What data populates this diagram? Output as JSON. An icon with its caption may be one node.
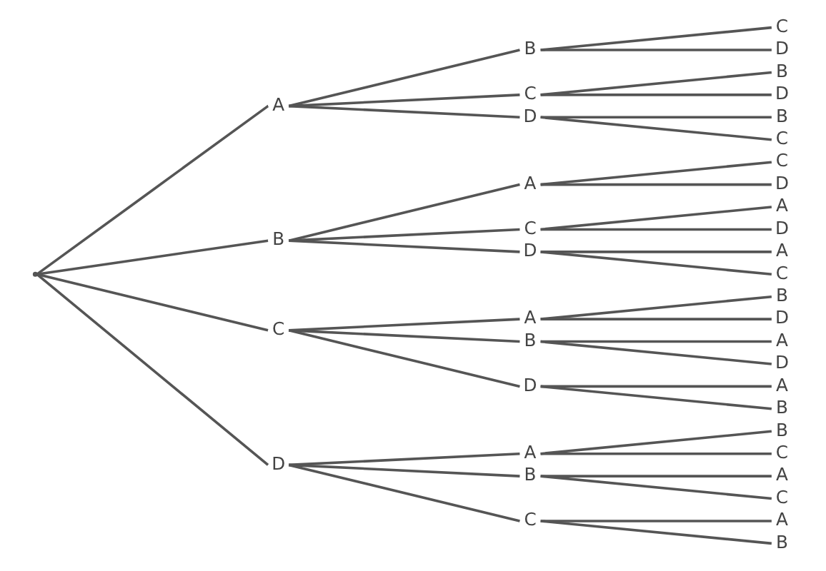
{
  "diagram": {
    "nodes": [
      {
        "text": [],
        "shape": "point"
      },
      {
        "text": [
          "A"
        ]
      },
      {
        "text": [
          "B"
        ]
      },
      {
        "text": [
          "C"
        ]
      },
      {
        "text": [
          "D"
        ]
      },
      {
        "text": [
          "B"
        ]
      },
      {
        "text": [
          "C"
        ]
      },
      {
        "text": [
          "D"
        ]
      },
      {
        "text": [
          "A"
        ]
      },
      {
        "text": [
          "C"
        ]
      },
      {
        "text": [
          "D"
        ]
      },
      {
        "text": [
          "A"
        ]
      },
      {
        "text": [
          "B"
        ]
      },
      {
        "text": [
          "D"
        ]
      },
      {
        "text": [
          "A"
        ]
      },
      {
        "text": [
          "B"
        ]
      },
      {
        "text": [
          "C"
        ]
      },
      {
        "text": [
          "C"
        ]
      },
      {
        "text": [
          "D"
        ]
      },
      {
        "text": [
          "B"
        ]
      },
      {
        "text": [
          "D"
        ]
      },
      {
        "text": [
          "B"
        ]
      },
      {
        "text": [
          "C"
        ]
      },
      {
        "text": [
          "C"
        ]
      },
      {
        "text": [
          "D"
        ]
      },
      {
        "text": [
          "A"
        ]
      },
      {
        "text": [
          "D"
        ]
      },
      {
        "text": [
          "A"
        ]
      },
      {
        "text": [
          "C"
        ]
      },
      {
        "text": [
          "B"
        ]
      },
      {
        "text": [
          "D"
        ]
      },
      {
        "text": [
          "A"
        ]
      },
      {
        "text": [
          "D"
        ]
      },
      {
        "text": [
          "A"
        ]
      },
      {
        "text": [
          "B"
        ]
      },
      {
        "text": [
          "B"
        ]
      },
      {
        "text": [
          "C"
        ]
      },
      {
        "text": [
          "A"
        ]
      },
      {
        "text": [
          "C"
        ]
      },
      {
        "text": [
          "A"
        ]
      },
      {
        "text": [
          "B"
        ]
      }
    ],
    "edges": [
      {
        "from": 0,
        "to": 1,
        "arrow": "none"
      },
      {
        "from": 0,
        "to": 2,
        "arrow": "none"
      },
      {
        "from": 0,
        "to": 3,
        "arrow": "none"
      },
      {
        "from": 0,
        "to": 4,
        "arrow": "none"
      },
      {
        "from": 1,
        "to": 5,
        "arrow": "none"
      },
      {
        "from": 1,
        "to": 6,
        "arrow": "none"
      },
      {
        "from": 1,
        "to": 7,
        "arrow": "none"
      },
      {
        "from": 2,
        "to": 8,
        "arrow": "none"
      },
      {
        "from": 2,
        "to": 9,
        "arrow": "none"
      },
      {
        "from": 2,
        "to": 10,
        "arrow": "none"
      },
      {
        "from": 3,
        "to": 11,
        "arrow": "none"
      },
      {
        "from": 3,
        "to": 12,
        "arrow": "none"
      },
      {
        "from": 3,
        "to": 13,
        "arrow": "none"
      },
      {
        "from": 4,
        "to": 14,
        "arrow": "none"
      },
      {
        "from": 4,
        "to": 15,
        "arrow": "none"
      },
      {
        "from": 4,
        "to": 16,
        "arrow": "none"
      },
      {
        "from": 5,
        "to": 17,
        "arrow": "none"
      },
      {
        "from": 5,
        "to": 18,
        "arrow": "none"
      },
      {
        "from": 6,
        "to": 19,
        "arrow": "none"
      },
      {
        "from": 6,
        "to": 20,
        "arrow": "none"
      },
      {
        "from": 7,
        "to": 21,
        "arrow": "none"
      },
      {
        "from": 7,
        "to": 22,
        "arrow": "none"
      },
      {
        "from": 8,
        "to": 23,
        "arrow": "none"
      },
      {
        "from": 8,
        "to": 24,
        "arrow": "none"
      },
      {
        "from": 9,
        "to": 25,
        "arrow": "none"
      },
      {
        "from": 9,
        "to": 26,
        "arrow": "none"
      },
      {
        "from": 10,
        "to": 27,
        "arrow": "none"
      },
      {
        "from": 10,
        "to": 28,
        "arrow": "none"
      },
      {
        "from": 11,
        "to": 29,
        "arrow": "none"
      },
      {
        "from": 11,
        "to": 30,
        "arrow": "none"
      },
      {
        "from": 12,
        "to": 31,
        "arrow": "none"
      },
      {
        "from": 12,
        "to": 32,
        "arrow": "none"
      },
      {
        "from": 13,
        "to": 33,
        "arrow": "none"
      },
      {
        "from": 13,
        "to": 34,
        "arrow": "none"
      },
      {
        "from": 14,
        "to": 35,
        "arrow": "none"
      },
      {
        "from": 14,
        "to": 36,
        "arrow": "none"
      },
      {
        "from": 15,
        "to": 37,
        "arrow": "none"
      },
      {
        "from": 15,
        "to": 38,
        "arrow": "none"
      },
      {
        "from": 16,
        "to": 39,
        "arrow": "none"
      },
      {
        "from": 16,
        "to": 40,
        "arrow": "none"
      }
    ]
  }
}
